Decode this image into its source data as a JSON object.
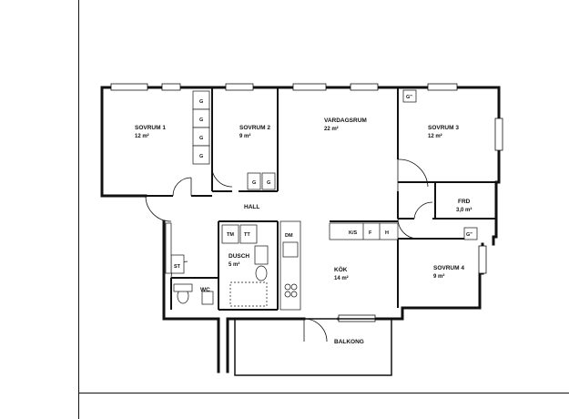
{
  "rooms": {
    "sovrum1": {
      "name": "SOVRUM 1",
      "area": "12 m²"
    },
    "sovrum2": {
      "name": "SOVRUM 2",
      "area": "9 m²"
    },
    "vardagsrum": {
      "name": "VARDAGSRUM",
      "area": "22 m²"
    },
    "sovrum3": {
      "name": "SOVRUM 3",
      "area": "12 m²"
    },
    "frd": {
      "name": "FRD",
      "area": "3,0 m²"
    },
    "hall": {
      "name": "HALL"
    },
    "dusch": {
      "name": "DUSCH",
      "area": "5 m²"
    },
    "wc": {
      "name": "WC"
    },
    "kok": {
      "name": "KÖK",
      "area": "14 m²"
    },
    "sovrum4": {
      "name": "SOVRUM 4",
      "area": "9 m²"
    },
    "balkong": {
      "name": "BALKONG"
    }
  },
  "fixtures": {
    "g": "G",
    "gh": "G\"",
    "tm": "TM",
    "tt": "TT",
    "st": "ST",
    "ks": "K/S",
    "f": "F",
    "h": "H",
    "dm": "DM"
  }
}
